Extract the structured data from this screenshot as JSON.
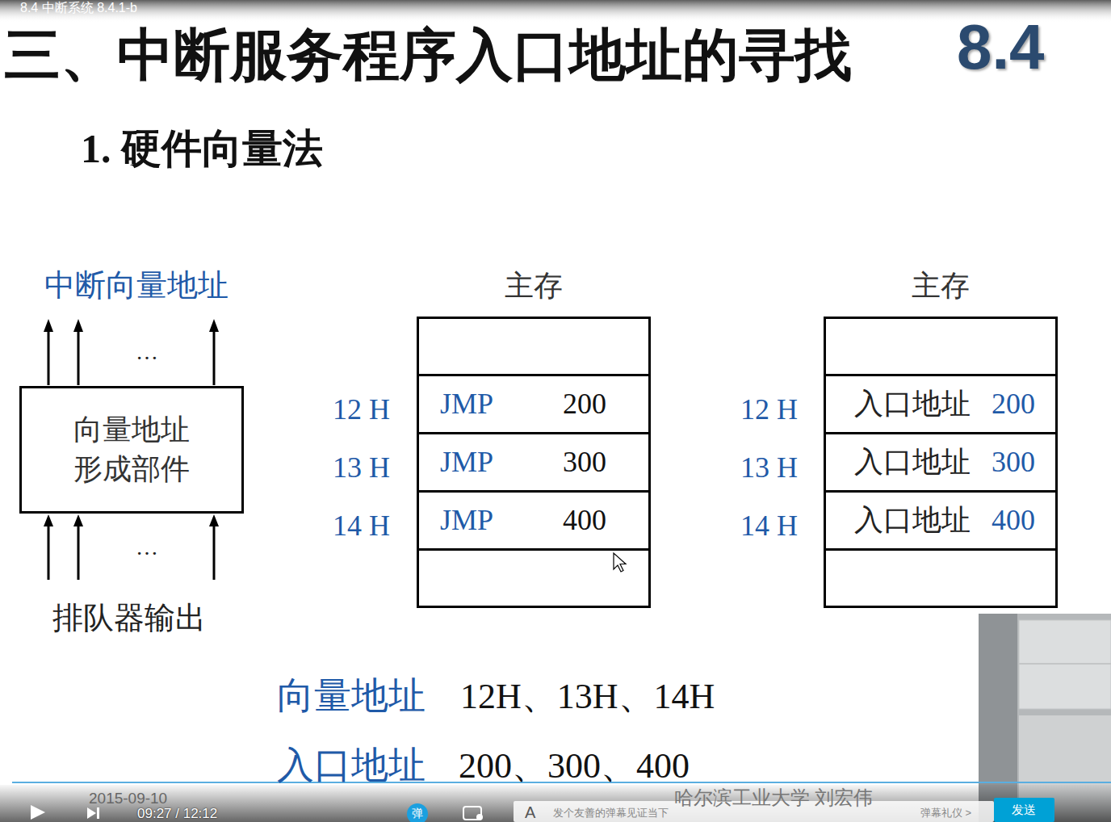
{
  "diagram": {
    "title": "三、中断服务程序入口地址的寻找",
    "nodes": [
      {
        "text": [
          "向量地址 形成部件"
        ]
      },
      {
        "text": [
          "主存"
        ]
      },
      {
        "text": [
          "JMP",
          "200"
        ],
        "in": 1
      },
      {
        "text": [
          "JMP",
          "300"
        ],
        "in": 1
      },
      {
        "text": [
          "JMP",
          "400"
        ],
        "in": 1
      },
      {
        "text": [
          "主存"
        ]
      },
      {
        "text": [
          "入口地址",
          "200"
        ],
        "in": 5
      },
      {
        "text": [
          "入口地址",
          "300"
        ],
        "in": 5
      },
      {
        "text": [
          "入口地址",
          "400"
        ],
        "in": 5
      }
    ],
    "labels": [
      "8.4 中断系统 8.4.1-b",
      "8.4",
      "1. 硬件向量法",
      "中断向量地址",
      "…",
      "…",
      "排队器输出",
      "12 H",
      "13 H",
      "14 H",
      "12 H",
      "13 H",
      "14 H",
      "向量地址",
      "12H、13H、14H",
      "入口地址",
      "200、300、400",
      "2015-09-10",
      "哈尔滨工业大学 刘宏伟",
      "09:27 / 12:12",
      "弹",
      "A",
      "发个友善的弹幕见证当下",
      "弹幕礼仪 >",
      "发送"
    ]
  }
}
